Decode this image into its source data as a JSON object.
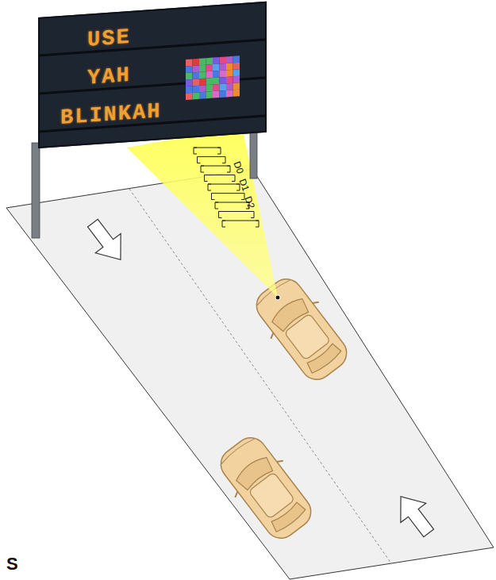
{
  "diagram": {
    "nodes": [
      {
        "text": [
          "USE",
          "YAH",
          "BLINKAH"
        ]
      }
    ],
    "labels": [
      "D0",
      "D1",
      "D2",
      "S"
    ]
  }
}
